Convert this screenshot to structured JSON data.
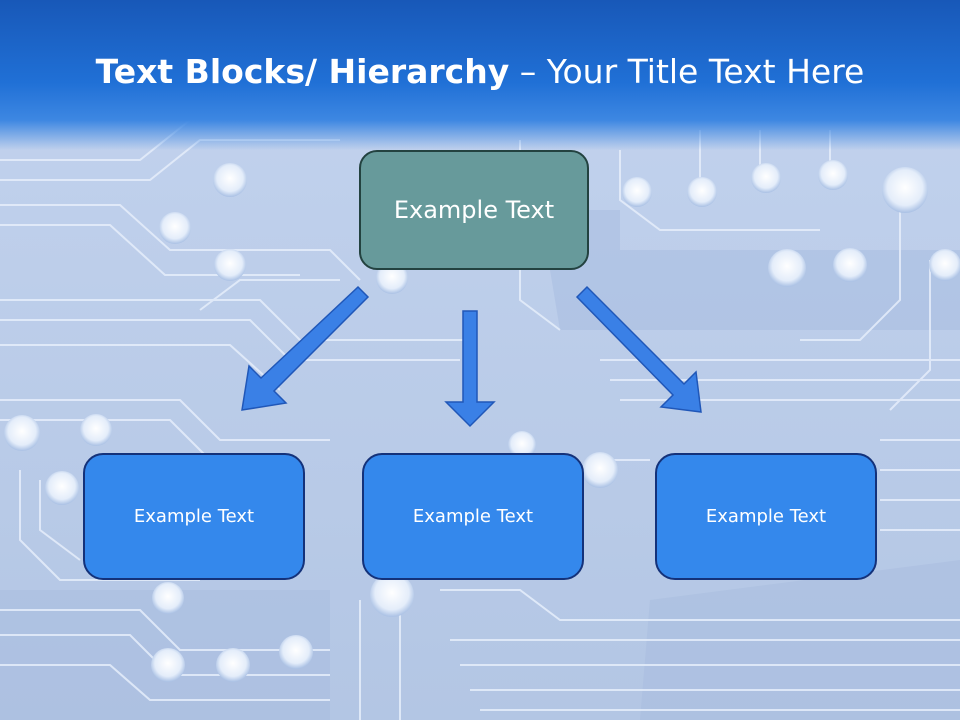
{
  "title": {
    "bold_part": "Text Blocks/ Hierarchy",
    "separator": " – ",
    "light_part": "Your Title Text Here"
  },
  "diagram": {
    "top_box": {
      "label": "Example Text",
      "color": "#679a9b"
    },
    "children": [
      {
        "label": "Example Text",
        "color": "#3488ec"
      },
      {
        "label": "Example Text",
        "color": "#3488ec"
      },
      {
        "label": "Example Text",
        "color": "#3488ec"
      }
    ],
    "arrow_color": "#3a80e6"
  }
}
